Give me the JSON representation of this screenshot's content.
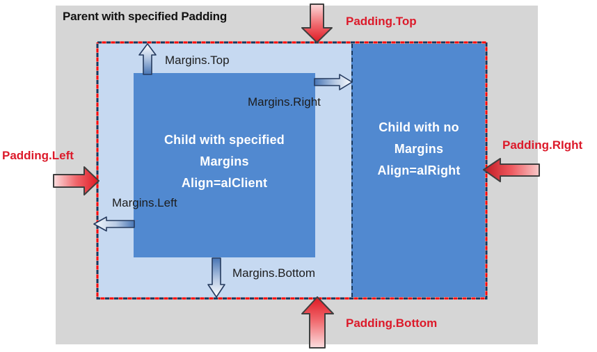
{
  "parent": {
    "title": "Parent with specified Padding"
  },
  "padding_area": {
    "labels": {
      "top": "Padding.Top",
      "left": "Padding.Left",
      "right": "Padding.RIght",
      "bottom": "Padding.Bottom"
    }
  },
  "margins": {
    "labels": {
      "top": "Margins.Top",
      "right": "Margins.Right",
      "left": "Margins.Left",
      "bottom": "Margins.Bottom"
    }
  },
  "children": {
    "client": {
      "lines": [
        "Child with specified",
        "Margins",
        "Align=alClient"
      ]
    },
    "no_margins": {
      "lines": [
        "Child with no",
        "Margins",
        "Align=alRight"
      ]
    }
  },
  "icons": {
    "padding_top_arrow": "red-arrow-down",
    "padding_bottom_arrow": "red-arrow-up",
    "padding_left_arrow": "red-arrow-right",
    "padding_right_arrow": "red-arrow-left",
    "margins_top_arrow": "blue-arrow-up",
    "margins_right_arrow": "blue-arrow-right",
    "margins_left_arrow": "blue-arrow-left",
    "margins_bottom_arrow": "blue-arrow-down"
  },
  "colors": {
    "canvas_bg": "#ffffff",
    "parent_bg": "#d6d6d6",
    "padding_bg": "#c6d9f1",
    "child_bg": "#5189d0",
    "dash_red": "#ff0000",
    "dash_navy": "#17375d",
    "padding_label_red": "#dc1a2a",
    "margin_label_black": "#1c1c1c",
    "child_text": "#ffffff",
    "blue_arrow_fill": "#4875b4",
    "red_arrow_fill": "#e01b24"
  }
}
